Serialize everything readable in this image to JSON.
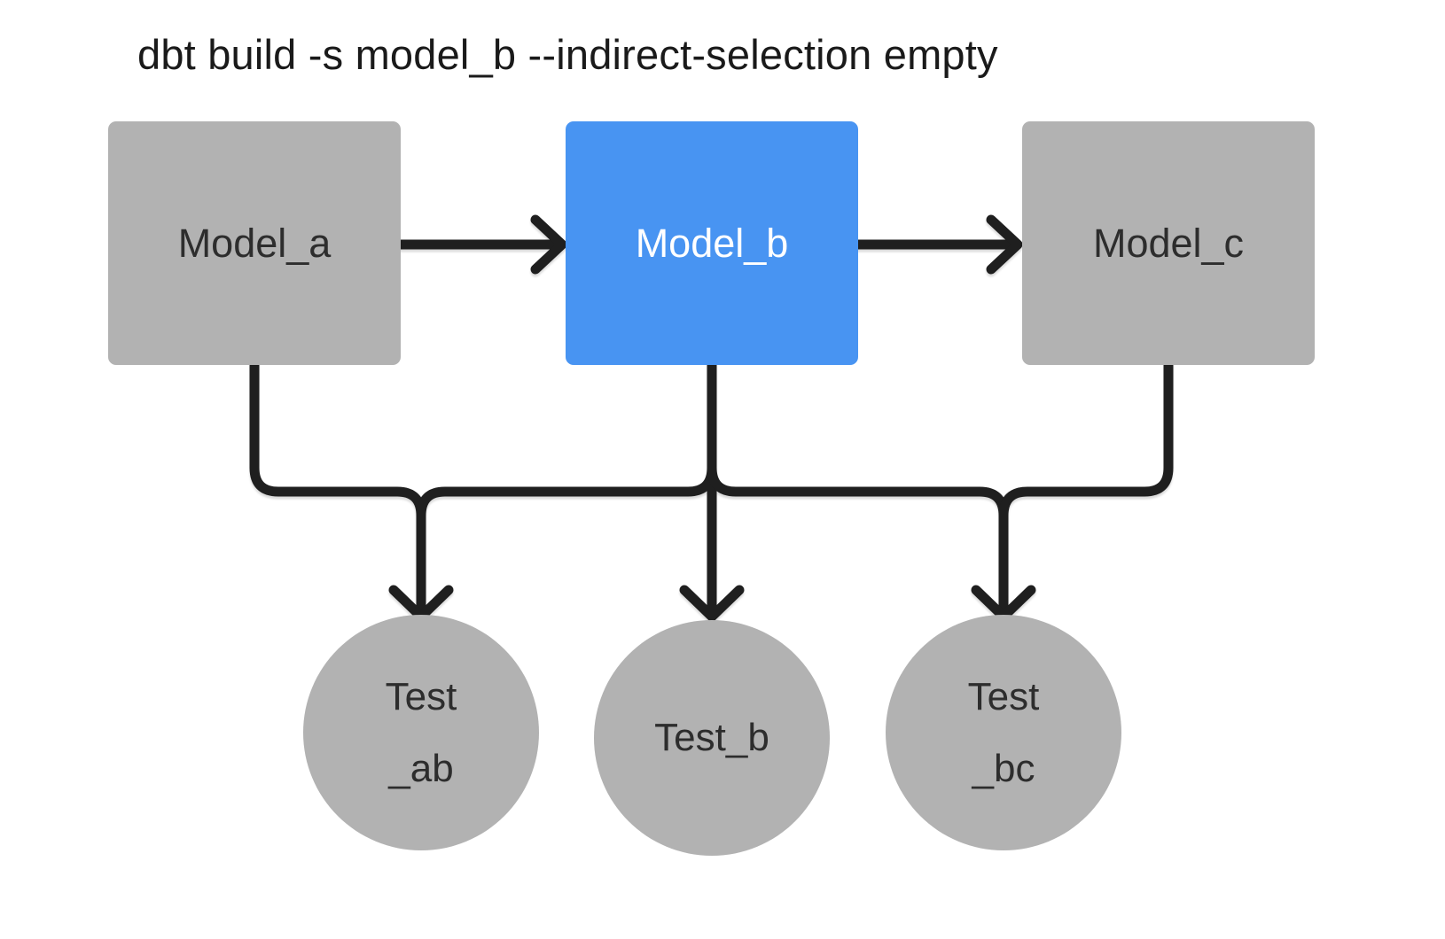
{
  "title": "dbt build -s model_b --indirect-selection empty",
  "colors": {
    "bg": "#FFFFFF",
    "node-gray": "#B2B2B2",
    "node-blue": "#4894F2",
    "edge": "#1F1F1F",
    "label-dark": "#2D2D2D",
    "label-light": "#FFFFFF",
    "title": "#1A1A1A"
  },
  "nodes": {
    "model_a": {
      "label": "Model_a",
      "type": "model",
      "state": "unselected"
    },
    "model_b": {
      "label": "Model_b",
      "type": "model",
      "state": "selected"
    },
    "model_c": {
      "label": "Model_c",
      "type": "model",
      "state": "unselected"
    },
    "test_ab": {
      "line1": "Test",
      "line2": "_ab",
      "type": "test",
      "state": "unselected"
    },
    "test_b": {
      "label": "Test_b",
      "type": "test",
      "state": "unselected"
    },
    "test_bc": {
      "line1": "Test",
      "line2": "_bc",
      "type": "test",
      "state": "unselected"
    }
  },
  "edges": [
    {
      "from": "model_a",
      "to": "model_b"
    },
    {
      "from": "model_b",
      "to": "model_c"
    },
    {
      "from": "model_a",
      "to": "test_ab"
    },
    {
      "from": "model_b",
      "to": "test_ab"
    },
    {
      "from": "model_b",
      "to": "test_b"
    },
    {
      "from": "model_b",
      "to": "test_bc"
    },
    {
      "from": "model_c",
      "to": "test_bc"
    }
  ]
}
